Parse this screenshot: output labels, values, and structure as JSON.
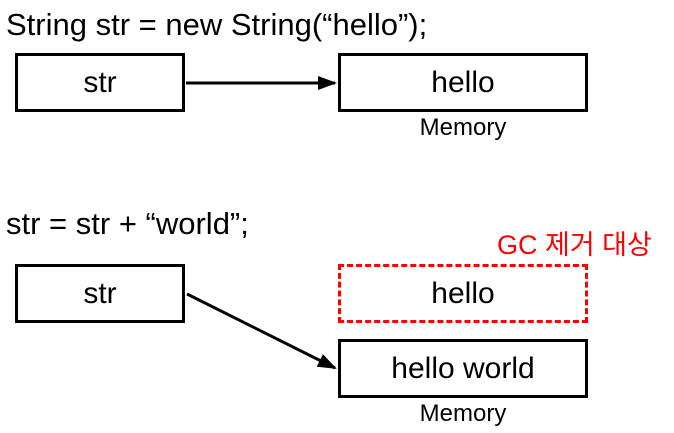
{
  "colors": {
    "ink": "#000000",
    "gc_red": "#fe0000",
    "background": "#ffffff"
  },
  "top_section": {
    "code": "String str = new String(“hello”);",
    "var_box_label": "str",
    "heap_box_label": "hello",
    "memory_label": "Memory"
  },
  "bottom_section": {
    "code": "str = str + “world”;",
    "gc_caption": "GC 제거 대상",
    "var_box_label": "str",
    "garbage_box_label": "hello",
    "heap_box_label": "hello world",
    "memory_label": "Memory"
  }
}
